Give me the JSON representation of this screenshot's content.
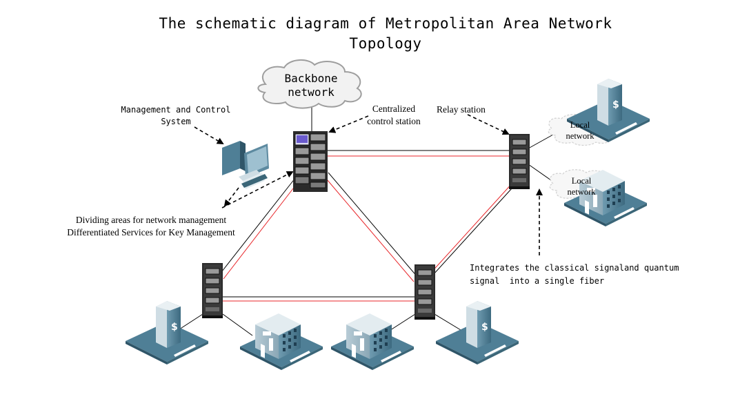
{
  "title": {
    "line1": "The schematic diagram of Metropolitan Area Network",
    "line2": "Topology"
  },
  "labels": {
    "backbone_line1": "Backbone",
    "backbone_line2": "network",
    "management_line1": "Management and Control",
    "management_line2": "System",
    "centralized_line1": "Centralized",
    "centralized_line2": "control station",
    "relay_station": "Relay station",
    "local_network_1_line1": "Local",
    "local_network_1_line2": "network",
    "local_network_2_line1": "Local",
    "local_network_2_line2": "network",
    "dividing_line1": "Dividing areas for network management",
    "dividing_line2": "Differentiated Services for Key Management",
    "integrates_line1": "Integrates the classical signaland quantum",
    "integrates_line2": "signal  into a single fiber"
  },
  "colors": {
    "classical_link": "#000000",
    "quantum_link": "#e8262a",
    "building_blue": "#4f7f96",
    "building_dark": "#1f3f52",
    "rack": "#2b2b2b"
  }
}
